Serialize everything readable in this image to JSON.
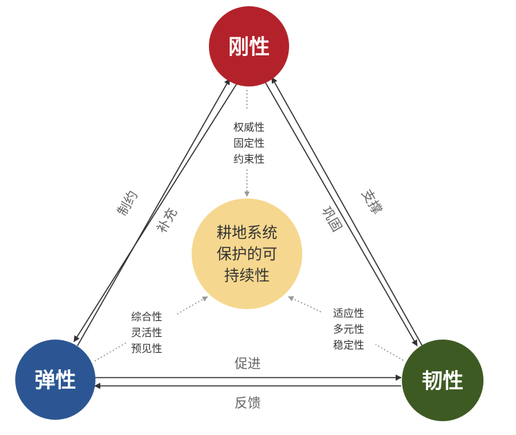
{
  "nodes": {
    "top": {
      "label": "刚性",
      "color": "#b3222b"
    },
    "left": {
      "label": "弹性",
      "color": "#2c5693"
    },
    "right": {
      "label": "韧性",
      "color": "#3e5a23"
    },
    "center": {
      "lines": [
        "耕地系统",
        "保护的可",
        "持续性"
      ],
      "color": "#f6d78f"
    }
  },
  "properties": {
    "top": [
      "权威性",
      "固定性",
      "约束性"
    ],
    "left": [
      "综合性",
      "灵活性",
      "预见性"
    ],
    "right": [
      "适应性",
      "多元性",
      "稳定性"
    ]
  },
  "edges": {
    "left_outer": "制约",
    "left_inner": "补充",
    "right_outer": "支撑",
    "right_inner": "巩固",
    "bottom_top": "促进",
    "bottom_bottom": "反馈"
  }
}
